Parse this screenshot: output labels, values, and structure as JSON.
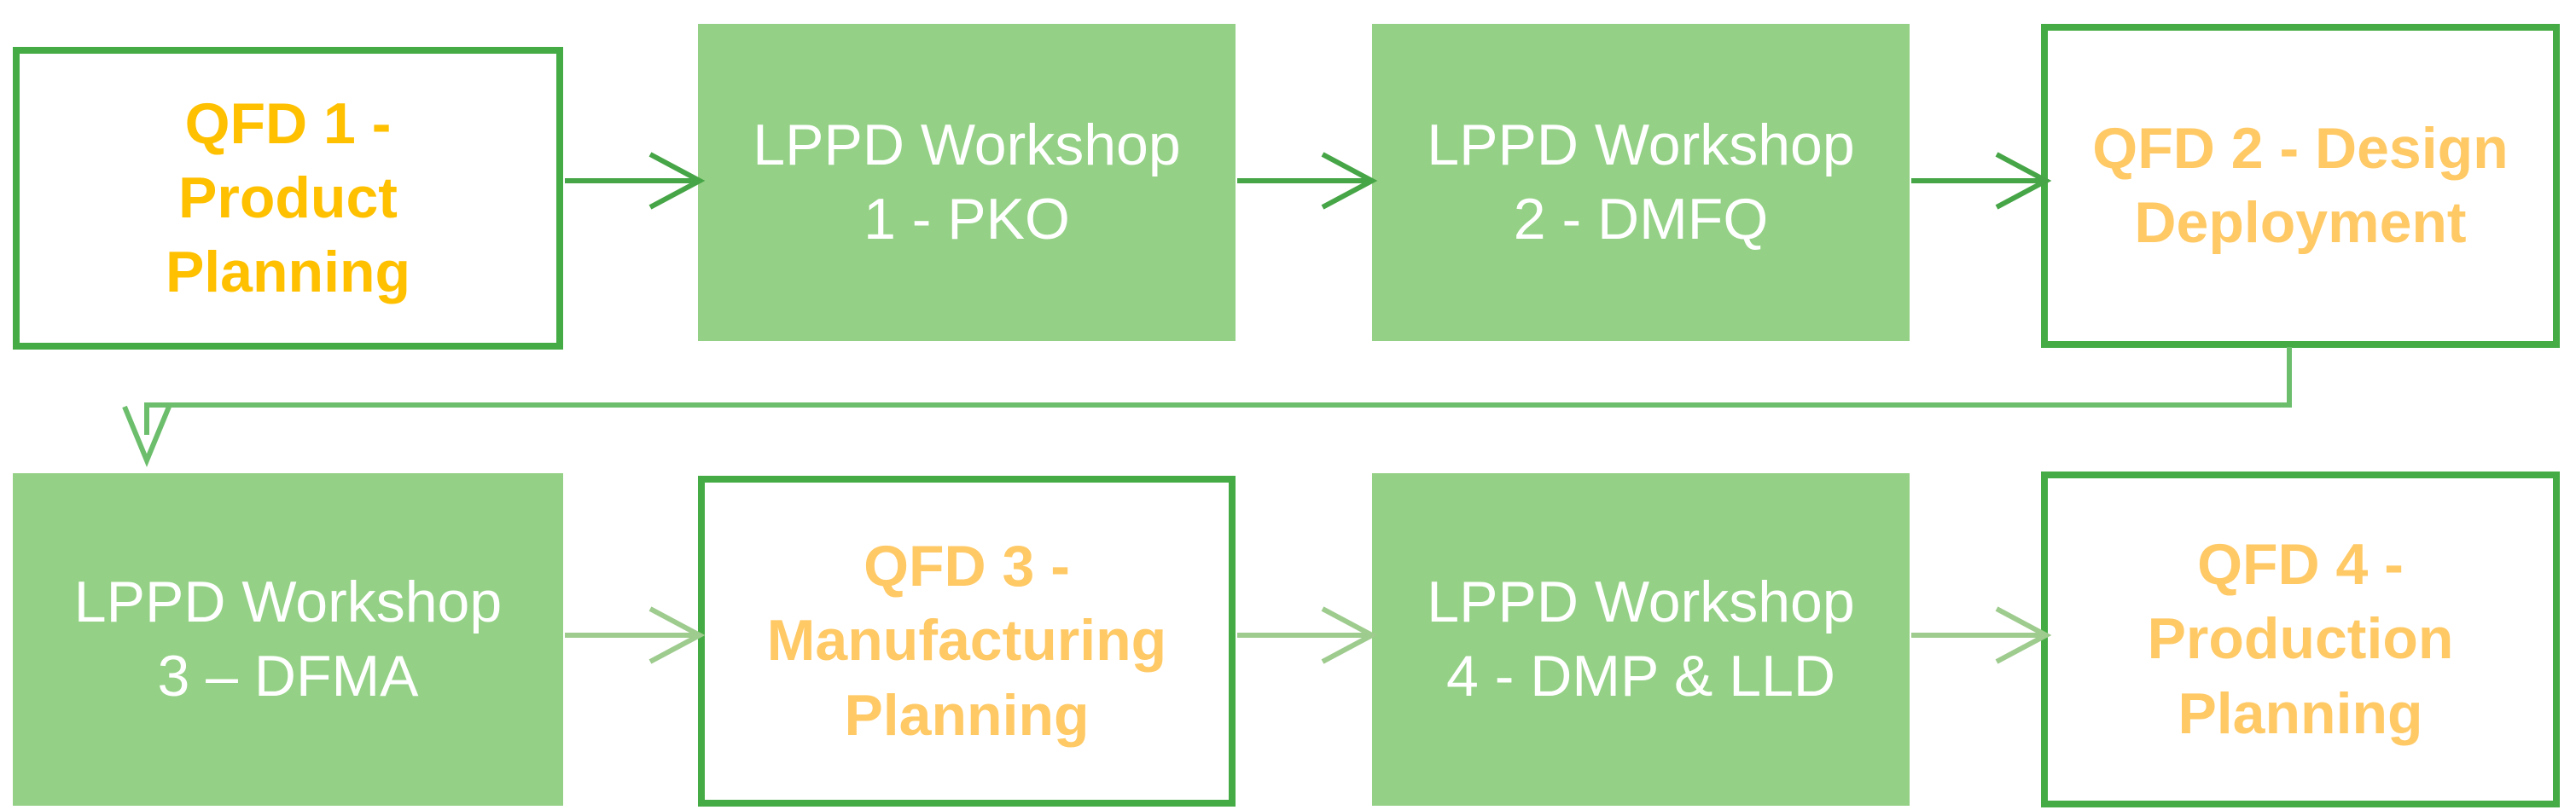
{
  "diagram": {
    "colors": {
      "qfd_border_green": "#45AC45",
      "workshop_fill_green": "#94D186",
      "workshop_text_white": "#FFFFFF",
      "qfd1_text_gold": "#FFC000",
      "qfd_text_amber": "#FFC966",
      "row1_arrow_green": "#46A546",
      "row2_arrow_green": "#9ECB8E",
      "elbow_arrow_green": "#6CBE6C",
      "background": "#FFFFFF"
    },
    "boxes": [
      {
        "id": "qfd1",
        "label": "QFD 1 -\nProduct\nPlanning",
        "type": "qfd",
        "text_color": "#FFC000"
      },
      {
        "id": "lppd-workshop-1",
        "label": "LPPD Workshop\n1 - PKO",
        "type": "workshop",
        "text_color": "#FFFFFF"
      },
      {
        "id": "lppd-workshop-2",
        "label": "LPPD Workshop\n2 - DMFQ",
        "type": "workshop",
        "text_color": "#FFFFFF"
      },
      {
        "id": "qfd2",
        "label": "QFD 2 - Design\nDeployment",
        "type": "qfd",
        "text_color": "#FFC966"
      },
      {
        "id": "lppd-workshop-3",
        "label": "LPPD Workshop\n3 – DFMA",
        "type": "workshop",
        "text_color": "#FFFFFF"
      },
      {
        "id": "qfd3",
        "label": "QFD 3 -\nManufacturing\nPlanning",
        "type": "qfd",
        "text_color": "#FFC966"
      },
      {
        "id": "lppd-workshop-4",
        "label": "LPPD Workshop\n4 - DMP & LLD",
        "type": "workshop",
        "text_color": "#FFFFFF"
      },
      {
        "id": "qfd4",
        "label": "QFD 4 -\nProduction\nPlanning",
        "type": "qfd",
        "text_color": "#FFC966"
      }
    ],
    "connections": [
      {
        "from": "qfd1",
        "to": "lppd-workshop-1",
        "style": "arrow-right"
      },
      {
        "from": "lppd-workshop-1",
        "to": "lppd-workshop-2",
        "style": "arrow-right"
      },
      {
        "from": "lppd-workshop-2",
        "to": "qfd2",
        "style": "arrow-right"
      },
      {
        "from": "qfd2",
        "to": "lppd-workshop-3",
        "style": "elbow-arrow-down"
      },
      {
        "from": "lppd-workshop-3",
        "to": "qfd3",
        "style": "arrow-right"
      },
      {
        "from": "qfd3",
        "to": "lppd-workshop-4",
        "style": "arrow-right"
      },
      {
        "from": "lppd-workshop-4",
        "to": "qfd4",
        "style": "arrow-right"
      }
    ]
  }
}
